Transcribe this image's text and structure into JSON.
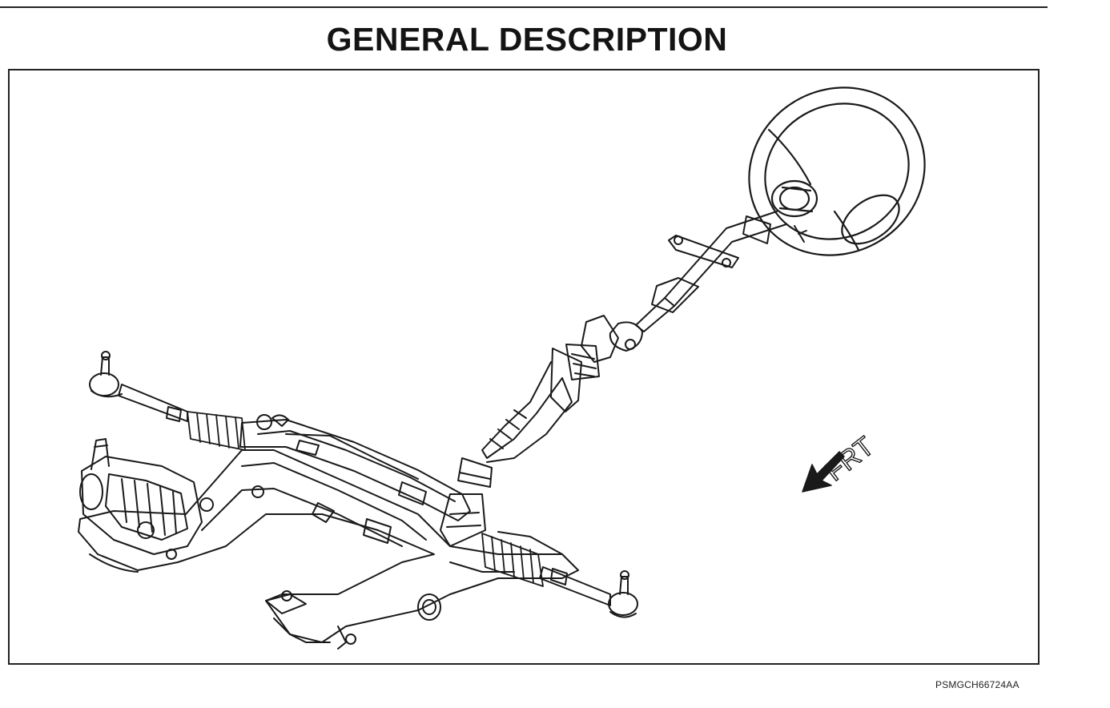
{
  "page": {
    "title": "GENERAL DESCRIPTION",
    "figure_code": "PSMGCH66724AA"
  },
  "figure": {
    "direction_label": "FRT",
    "components": [
      "steering-wheel",
      "steering-column",
      "intermediate-shaft",
      "universal-joint",
      "steering-gear-rack",
      "tie-rod-ends",
      "rack-boots",
      "subframe-crossmember",
      "power-steering-pump-motor",
      "front-direction-arrow"
    ]
  }
}
